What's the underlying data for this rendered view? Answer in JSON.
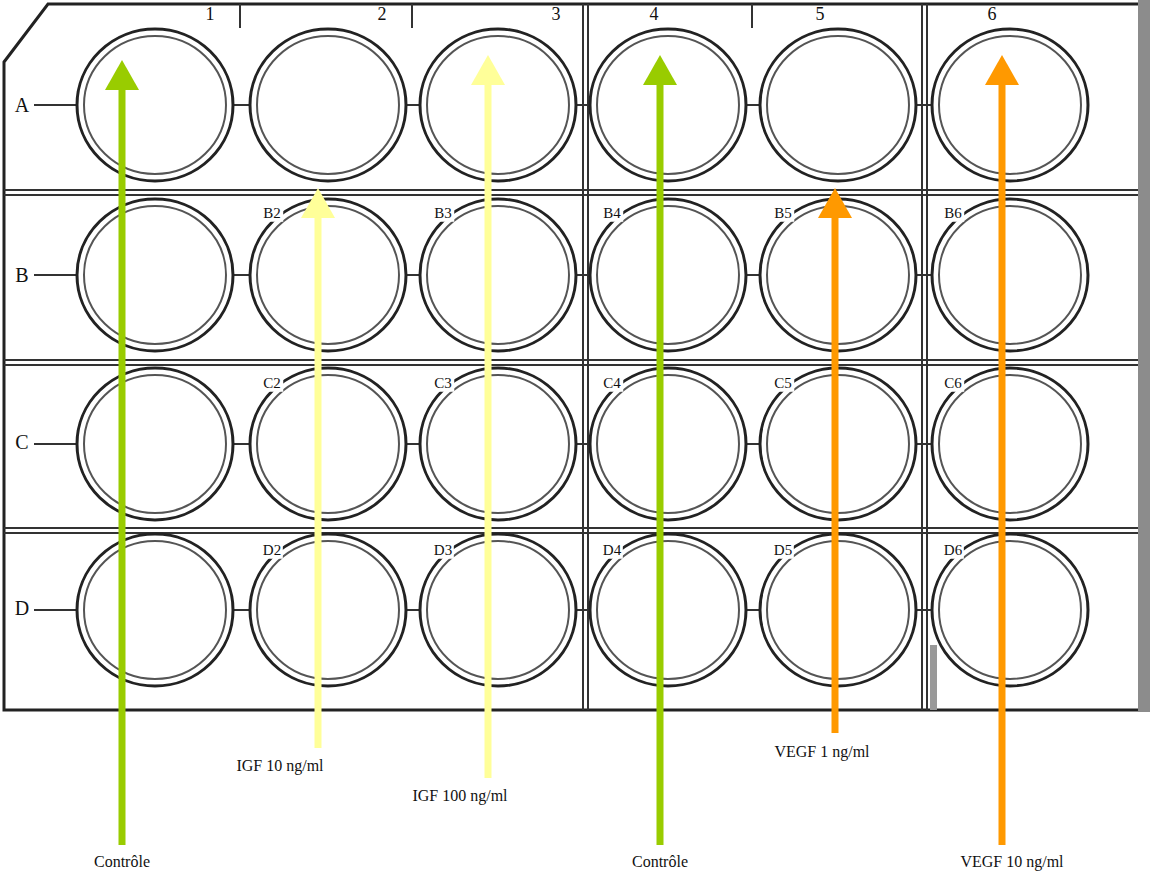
{
  "diagram": {
    "labels": [
      "1",
      "2",
      "3",
      "4",
      "5",
      "6",
      "A",
      "B",
      "B2",
      "B3",
      "B4",
      "B5",
      "B6",
      "C",
      "C2",
      "C3",
      "C4",
      "C5",
      "C6",
      "D",
      "D2",
      "D3",
      "D4",
      "D5",
      "D6",
      "IGF 10 ng/ml",
      "VEGF 1 ng/ml",
      "IGF 100 ng/ml",
      "Contrôle",
      "Contrôle",
      "VEGF 10 ng/ml"
    ]
  }
}
